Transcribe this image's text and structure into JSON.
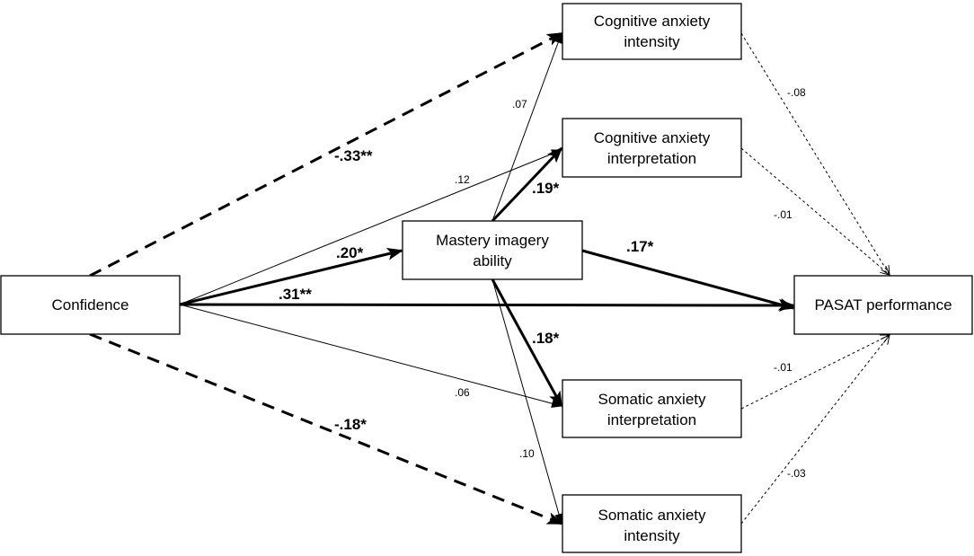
{
  "nodes": {
    "confidence": "Confidence",
    "mastery": [
      "Mastery imagery",
      "ability"
    ],
    "cog_intensity": [
      "Cognitive anxiety",
      "intensity"
    ],
    "cog_interpretation": [
      "Cognitive anxiety",
      "interpretation"
    ],
    "som_interpretation": [
      "Somatic anxiety",
      "interpretation"
    ],
    "som_intensity": [
      "Somatic anxiety",
      "intensity"
    ],
    "pasat": "PASAT performance"
  },
  "paths": {
    "conf_cog_intensity": "-.33**",
    "conf_cog_interpretation": ".12",
    "conf_mastery": ".20*",
    "conf_pasat": ".31**",
    "conf_som_interpretation": ".06",
    "conf_som_intensity": "-.18*",
    "mastery_cog_intensity": ".07",
    "mastery_cog_interpretation": ".19*",
    "mastery_pasat": ".17*",
    "mastery_som_interpretation": ".18*",
    "mastery_som_intensity": ".10",
    "cog_intensity_pasat": "-.08",
    "cog_interpretation_pasat": "-.01",
    "som_interpretation_pasat": "-.01",
    "som_intensity_pasat": "-.03"
  }
}
